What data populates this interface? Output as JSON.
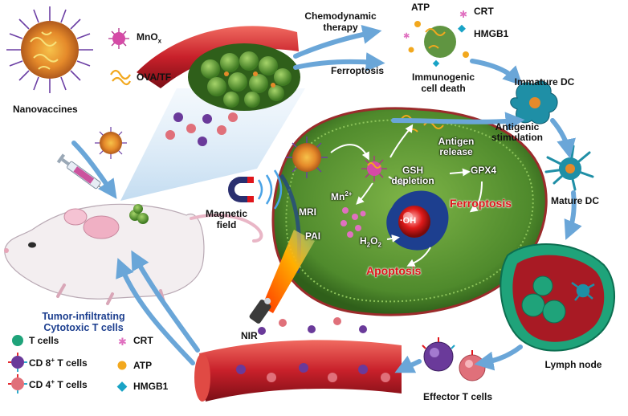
{
  "labels": {
    "nanovaccines": "Nanovaccines",
    "mnox_base": "MnO",
    "mnox_sub": "x",
    "ova_tf": "OVA/TF",
    "chemodynamic": "Chemodynamic",
    "therapy": "therapy",
    "ferroptosis_top": "Ferroptosis",
    "atp_top": "ATP",
    "crt_top": "CRT",
    "hmgb1_top": "HMGB1",
    "immunogenic": "Immunogenic",
    "cell_death": "cell death",
    "immature_dc": "Immature DC",
    "antigenic": "Antigenic",
    "stimulation": "stimulation",
    "mature_dc": "Mature DC",
    "lymph_node": "Lymph node",
    "effector_t": "Effector T cells",
    "antigen": "Antigen",
    "release": "release",
    "gsh": "GSH",
    "depletion": "depletion",
    "gpx4": "GPX4",
    "mn_base": "Mn",
    "mn_sup": "2+",
    "ferroptosis_red": "Ferroptosis",
    "apoptosis": "Apoptosis",
    "oh": "·OH",
    "h2o2_h": "H",
    "h2o2_2a": "2",
    "h2o2_o": "O",
    "h2o2_2b": "2",
    "magnetic": "Magnetic",
    "field": "field",
    "mri": "MRI",
    "pai": "PAI",
    "nir": "NIR",
    "tumor_infiltrating": "Tumor-infiltrating",
    "cytotoxic": "Cytotoxic T cells"
  },
  "legend": {
    "t_cells": "T cells",
    "cd8_base": "CD 8",
    "cd8_sup": "+",
    "cd8_rest": " T cells",
    "cd4_base": "CD 4",
    "cd4_sup": "+",
    "cd4_rest": " T cells",
    "crt": "CRT",
    "atp": "ATP",
    "hmgb1": "HMGB1"
  },
  "colors": {
    "tumor_green": "#4f8a2c",
    "vessel_red": "#c8202a",
    "arrow_blue": "#6aa6d8",
    "dc_teal": "#1f8fa6",
    "t_cell_green": "#1fa37a",
    "cd8_purple": "#6a3a9a",
    "cd4_pink": "#e0707a",
    "crt_pink": "#e070c0",
    "atp_orange": "#f2a81e",
    "hmgb1_cyan": "#19a3c6",
    "red_text": "#e0151b",
    "blue_text": "#1d3f8f"
  }
}
